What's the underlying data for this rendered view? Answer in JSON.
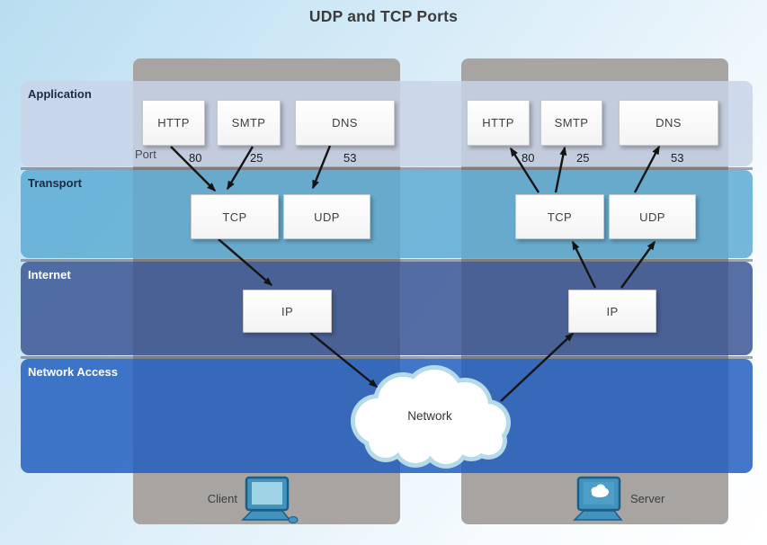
{
  "title": "UDP and TCP Ports",
  "layers": {
    "application": "Application",
    "transport": "Transport",
    "internet": "Internet",
    "network_access": "Network Access"
  },
  "port_caption": "Port",
  "client": {
    "label": "Client",
    "app": {
      "http": "HTTP",
      "smtp": "SMTP",
      "dns": "DNS"
    },
    "ports": {
      "http": "80",
      "smtp": "25",
      "dns": "53"
    },
    "transport": {
      "tcp": "TCP",
      "udp": "UDP"
    },
    "internet": {
      "ip": "IP"
    }
  },
  "server": {
    "label": "Server",
    "app": {
      "http": "HTTP",
      "smtp": "SMTP",
      "dns": "DNS"
    },
    "ports": {
      "http": "80",
      "smtp": "25",
      "dns": "53"
    },
    "transport": {
      "tcp": "TCP",
      "udp": "UDP"
    },
    "internet": {
      "ip": "IP"
    }
  },
  "cloud": {
    "label": "Network"
  },
  "colors": {
    "application_band": "#c9d5e9",
    "transport_band": "#6db4d8",
    "internet_band": "#53699f",
    "network_access_band": "#3c70c2",
    "column_gray": "#a7a4a1",
    "box_fill": "#ffffff",
    "arrow": "#141414",
    "cloud_outline": "#b5dbe9"
  }
}
